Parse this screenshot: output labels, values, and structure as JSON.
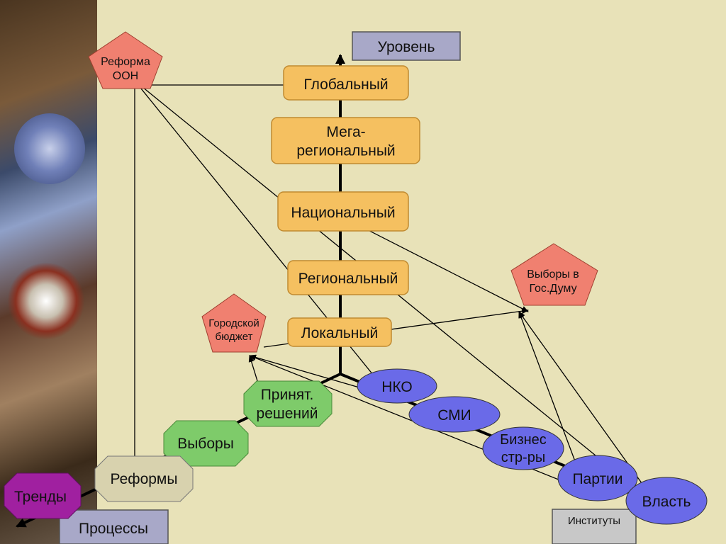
{
  "axes": {
    "level": "Уровень",
    "processes": "Процессы",
    "institutes": "Институты"
  },
  "levels": [
    "Глобальный",
    "Мега-\nрегиональный",
    "Национальный",
    "Региональный",
    "Локальный"
  ],
  "processes": [
    "Принят.\nрешений",
    "Выборы",
    "Реформы",
    "Тренды"
  ],
  "institutes": [
    "НКО",
    "СМИ",
    "Бизнес\nстр-ры",
    "Партии",
    "Власть"
  ],
  "cases": [
    "Реформа\nООН",
    "Городской\nбюджет",
    "Выборы в\nГос.Думу"
  ],
  "colors": {
    "background": "#e8e2b8",
    "level_box": "#f5c060",
    "level_border": "#c08a30",
    "institute_fill": "#6a6ae8",
    "process_green": "#7ecb6a",
    "process_gray": "#d8d2ae",
    "process_purple": "#a020a0",
    "case_fill": "#f08070",
    "axis_label_fill": "#a8a8c8"
  }
}
